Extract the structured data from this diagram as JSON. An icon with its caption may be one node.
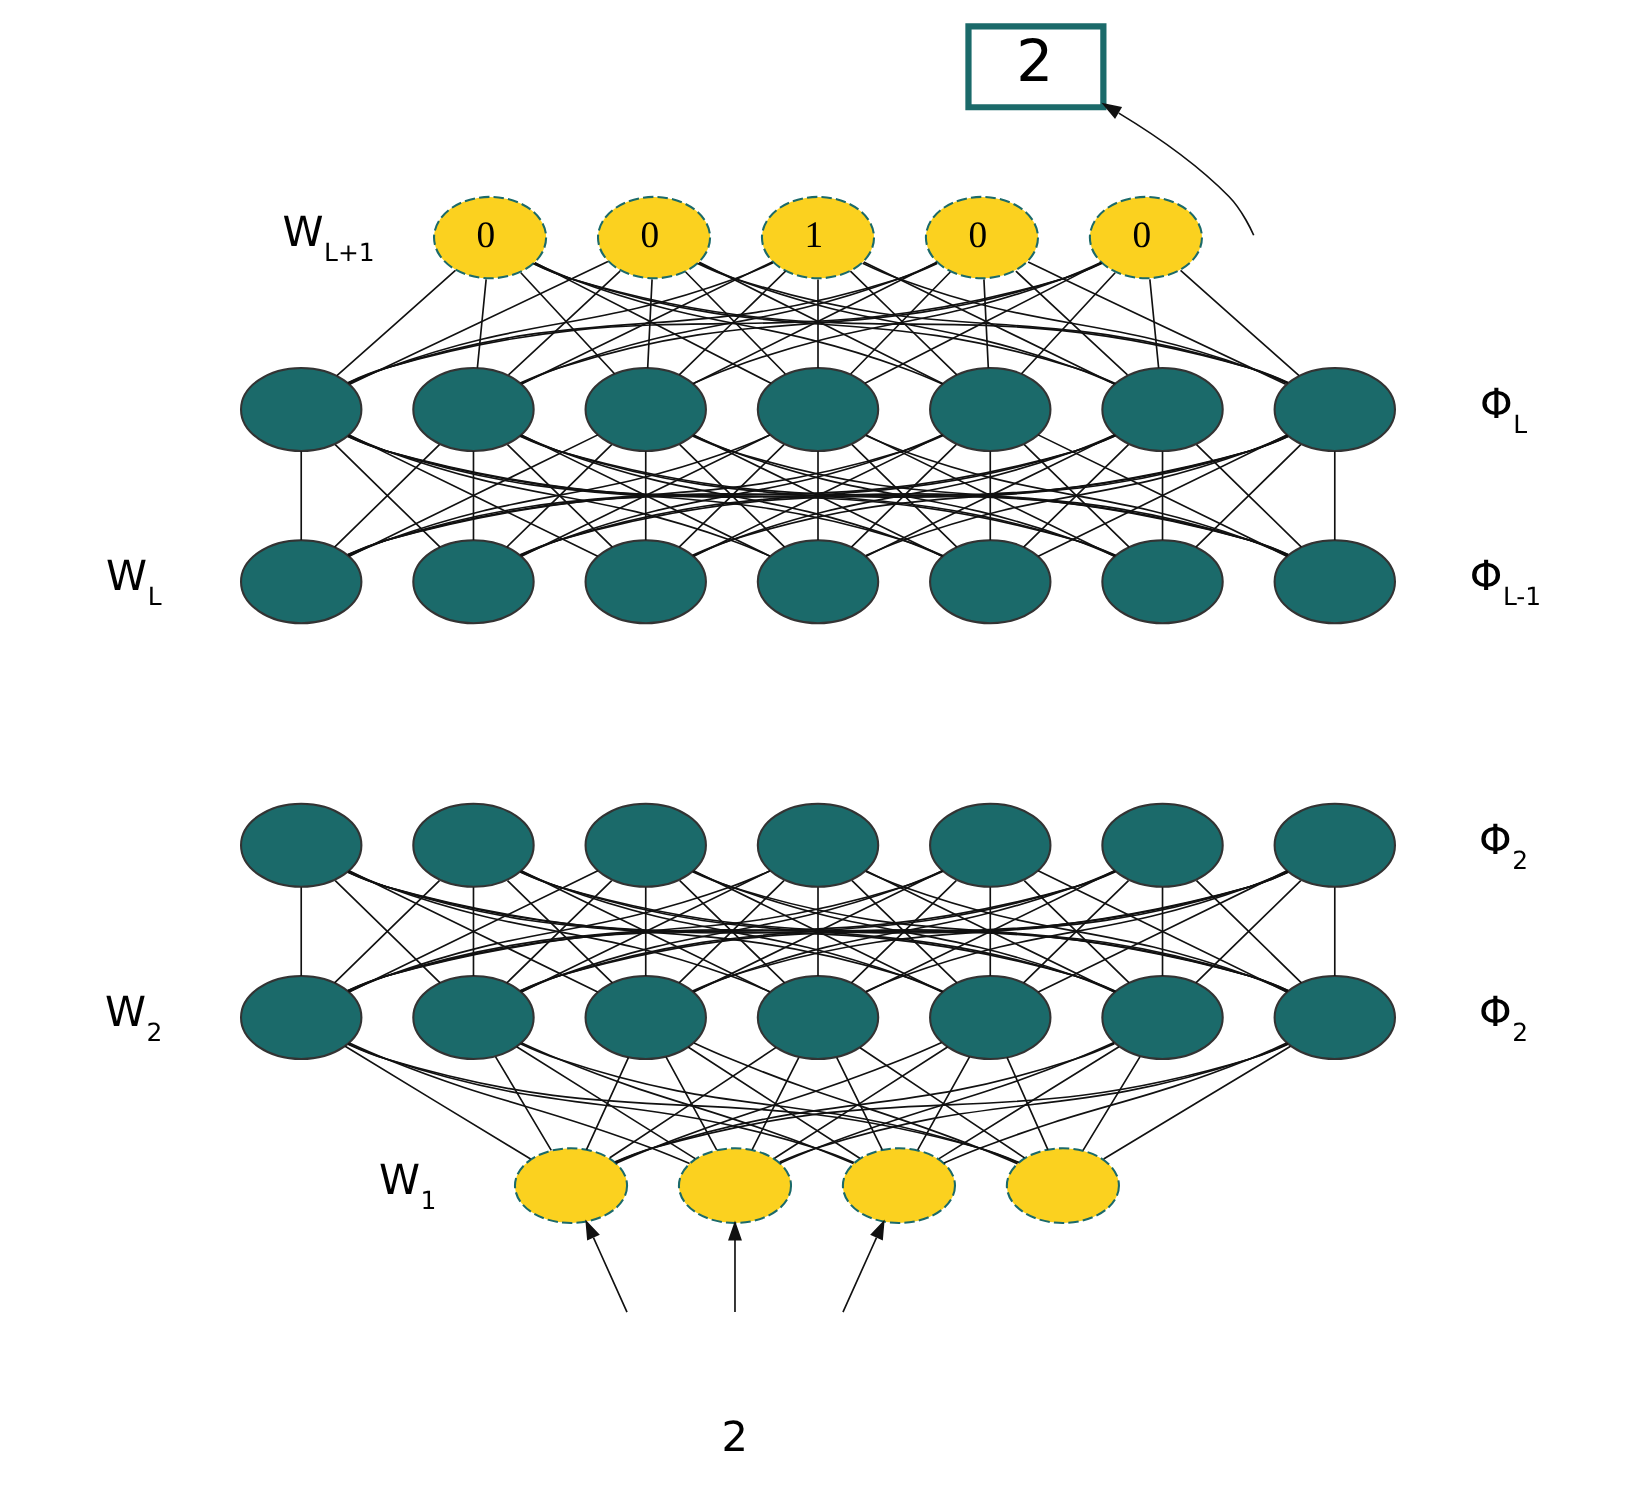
{
  "diagram": {
    "nodes": [
      {
        "text": [
          "2"
        ]
      },
      {
        "text": [
          "0"
        ]
      },
      {
        "text": [
          "0"
        ]
      },
      {
        "text": [
          "1"
        ]
      },
      {
        "text": [
          "0"
        ]
      },
      {
        "text": [
          "0"
        ]
      },
      {
        "text": [],
        "shape": "circle"
      },
      {
        "text": [],
        "shape": "circle"
      },
      {
        "text": [],
        "shape": "circle"
      },
      {
        "text": [],
        "shape": "circle"
      },
      {
        "text": [],
        "shape": "circle"
      },
      {
        "text": [],
        "shape": "circle"
      },
      {
        "text": [],
        "shape": "circle"
      },
      {
        "text": [],
        "shape": "circle"
      },
      {
        "text": [],
        "shape": "circle"
      },
      {
        "text": [],
        "shape": "circle"
      },
      {
        "text": [],
        "shape": "circle"
      },
      {
        "text": [],
        "shape": "circle"
      },
      {
        "text": [],
        "shape": "circle"
      },
      {
        "text": [],
        "shape": "circle"
      },
      {
        "text": [],
        "shape": "circle"
      },
      {
        "text": [],
        "shape": "circle"
      },
      {
        "text": [],
        "shape": "circle"
      },
      {
        "text": [],
        "shape": "circle"
      },
      {
        "text": [],
        "shape": "circle"
      },
      {
        "text": [],
        "shape": "circle"
      },
      {
        "text": [],
        "shape": "circle"
      },
      {
        "text": [],
        "shape": "circle"
      },
      {
        "text": [],
        "shape": "circle"
      },
      {
        "text": [],
        "shape": "circle"
      },
      {
        "text": [],
        "shape": "circle"
      },
      {
        "text": [],
        "shape": "circle"
      },
      {
        "text": [],
        "shape": "circle"
      },
      {
        "text": [],
        "shape": "circle"
      },
      {
        "text": [],
        "shape": "circle"
      },
      {
        "text": [],
        "shape": "circle"
      },
      {
        "text": [],
        "shape": "circle"
      },
      {
        "text": [],
        "shape": "circle"
      }
    ],
    "edges": [
      {
        "from": null,
        "to": 0,
        "arrow": "to"
      },
      {
        "from": 1,
        "to": 6,
        "arrow": "none"
      },
      {
        "from": 1,
        "to": 7,
        "arrow": "none"
      },
      {
        "from": 1,
        "to": 8,
        "arrow": "none"
      },
      {
        "from": 1,
        "to": 9,
        "arrow": "none"
      },
      {
        "from": 1,
        "to": 10,
        "arrow": "none"
      },
      {
        "from": 1,
        "to": 11,
        "arrow": "none"
      },
      {
        "from": 1,
        "to": 12,
        "arrow": "none"
      },
      {
        "from": 2,
        "to": 6,
        "arrow": "none"
      },
      {
        "from": 2,
        "to": 7,
        "arrow": "none"
      },
      {
        "from": 2,
        "to": 8,
        "arrow": "none"
      },
      {
        "from": 2,
        "to": 9,
        "arrow": "none"
      },
      {
        "from": 2,
        "to": 10,
        "arrow": "none"
      },
      {
        "from": 2,
        "to": 11,
        "arrow": "none"
      },
      {
        "from": 2,
        "to": 12,
        "arrow": "none"
      },
      {
        "from": 3,
        "to": 6,
        "arrow": "none"
      },
      {
        "from": 3,
        "to": 7,
        "arrow": "none"
      },
      {
        "from": 3,
        "to": 8,
        "arrow": "none"
      },
      {
        "from": 3,
        "to": 9,
        "arrow": "none"
      },
      {
        "from": 3,
        "to": 10,
        "arrow": "none"
      },
      {
        "from": 3,
        "to": 11,
        "arrow": "none"
      },
      {
        "from": 3,
        "to": 12,
        "arrow": "none"
      },
      {
        "from": 4,
        "to": 6,
        "arrow": "none"
      },
      {
        "from": 4,
        "to": 7,
        "arrow": "none"
      },
      {
        "from": 4,
        "to": 8,
        "arrow": "none"
      },
      {
        "from": 4,
        "to": 9,
        "arrow": "none"
      },
      {
        "from": 4,
        "to": 10,
        "arrow": "none"
      },
      {
        "from": 4,
        "to": 11,
        "arrow": "none"
      },
      {
        "from": 4,
        "to": 12,
        "arrow": "none"
      },
      {
        "from": 5,
        "to": 6,
        "arrow": "none"
      },
      {
        "from": 5,
        "to": 7,
        "arrow": "none"
      },
      {
        "from": 5,
        "to": 8,
        "arrow": "none"
      },
      {
        "from": 5,
        "to": 9,
        "arrow": "none"
      },
      {
        "from": 5,
        "to": 10,
        "arrow": "none"
      },
      {
        "from": 5,
        "to": 11,
        "arrow": "none"
      },
      {
        "from": 5,
        "to": 12,
        "arrow": "none"
      },
      {
        "from": 6,
        "to": 13,
        "arrow": "none"
      },
      {
        "from": 6,
        "to": 14,
        "arrow": "none"
      },
      {
        "from": 6,
        "to": 15,
        "arrow": "none"
      },
      {
        "from": 6,
        "to": 16,
        "arrow": "none"
      },
      {
        "from": 6,
        "to": 17,
        "arrow": "none"
      },
      {
        "from": 6,
        "to": 18,
        "arrow": "none"
      },
      {
        "from": 6,
        "to": 19,
        "arrow": "none"
      },
      {
        "from": 7,
        "to": 13,
        "arrow": "none"
      },
      {
        "from": 7,
        "to": 14,
        "arrow": "none"
      },
      {
        "from": 7,
        "to": 15,
        "arrow": "none"
      },
      {
        "from": 7,
        "to": 16,
        "arrow": "none"
      },
      {
        "from": 7,
        "to": 17,
        "arrow": "none"
      },
      {
        "from": 7,
        "to": 18,
        "arrow": "none"
      },
      {
        "from": 7,
        "to": 19,
        "arrow": "none"
      },
      {
        "from": 8,
        "to": 13,
        "arrow": "none"
      },
      {
        "from": 8,
        "to": 14,
        "arrow": "none"
      },
      {
        "from": 8,
        "to": 15,
        "arrow": "none"
      },
      {
        "from": 8,
        "to": 16,
        "arrow": "none"
      },
      {
        "from": 8,
        "to": 17,
        "arrow": "none"
      },
      {
        "from": 8,
        "to": 18,
        "arrow": "none"
      },
      {
        "from": 8,
        "to": 19,
        "arrow": "none"
      },
      {
        "from": 9,
        "to": 13,
        "arrow": "none"
      },
      {
        "from": 9,
        "to": 14,
        "arrow": "none"
      },
      {
        "from": 9,
        "to": 15,
        "arrow": "none"
      },
      {
        "from": 9,
        "to": 16,
        "arrow": "none"
      },
      {
        "from": 9,
        "to": 17,
        "arrow": "none"
      },
      {
        "from": 9,
        "to": 18,
        "arrow": "none"
      },
      {
        "from": 9,
        "to": 19,
        "arrow": "none"
      },
      {
        "from": 10,
        "to": 13,
        "arrow": "none"
      },
      {
        "from": 10,
        "to": 14,
        "arrow": "none"
      },
      {
        "from": 10,
        "to": 15,
        "arrow": "none"
      },
      {
        "from": 10,
        "to": 16,
        "arrow": "none"
      },
      {
        "from": 10,
        "to": 17,
        "arrow": "none"
      },
      {
        "from": 10,
        "to": 18,
        "arrow": "none"
      },
      {
        "from": 10,
        "to": 19,
        "arrow": "none"
      },
      {
        "from": 11,
        "to": 13,
        "arrow": "none"
      },
      {
        "from": 11,
        "to": 14,
        "arrow": "none"
      },
      {
        "from": 11,
        "to": 15,
        "arrow": "none"
      },
      {
        "from": 11,
        "to": 16,
        "arrow": "none"
      },
      {
        "from": 11,
        "to": 17,
        "arrow": "none"
      },
      {
        "from": 11,
        "to": 18,
        "arrow": "none"
      },
      {
        "from": 11,
        "to": 19,
        "arrow": "none"
      },
      {
        "from": 12,
        "to": 13,
        "arrow": "none"
      },
      {
        "from": 12,
        "to": 14,
        "arrow": "none"
      },
      {
        "from": 12,
        "to": 15,
        "arrow": "none"
      },
      {
        "from": 12,
        "to": 16,
        "arrow": "none"
      },
      {
        "from": 12,
        "to": 17,
        "arrow": "none"
      },
      {
        "from": 12,
        "to": 18,
        "arrow": "none"
      },
      {
        "from": 12,
        "to": 19,
        "arrow": "none"
      },
      {
        "from": 20,
        "to": 27,
        "arrow": "none"
      },
      {
        "from": 20,
        "to": 28,
        "arrow": "none"
      },
      {
        "from": 20,
        "to": 29,
        "arrow": "none"
      },
      {
        "from": 20,
        "to": 30,
        "arrow": "none"
      },
      {
        "from": 20,
        "to": 31,
        "arrow": "none"
      },
      {
        "from": 20,
        "to": 32,
        "arrow": "none"
      },
      {
        "from": 20,
        "to": 33,
        "arrow": "none"
      },
      {
        "from": 21,
        "to": 27,
        "arrow": "none"
      },
      {
        "from": 21,
        "to": 28,
        "arrow": "none"
      },
      {
        "from": 21,
        "to": 29,
        "arrow": "none"
      },
      {
        "from": 21,
        "to": 30,
        "arrow": "none"
      },
      {
        "from": 21,
        "to": 31,
        "arrow": "none"
      },
      {
        "from": 21,
        "to": 32,
        "arrow": "none"
      },
      {
        "from": 21,
        "to": 33,
        "arrow": "none"
      },
      {
        "from": 22,
        "to": 27,
        "arrow": "none"
      },
      {
        "from": 22,
        "to": 28,
        "arrow": "none"
      },
      {
        "from": 22,
        "to": 29,
        "arrow": "none"
      },
      {
        "from": 22,
        "to": 30,
        "arrow": "none"
      },
      {
        "from": 22,
        "to": 31,
        "arrow": "none"
      },
      {
        "from": 22,
        "to": 32,
        "arrow": "none"
      },
      {
        "from": 22,
        "to": 33,
        "arrow": "none"
      },
      {
        "from": 23,
        "to": 27,
        "arrow": "none"
      },
      {
        "from": 23,
        "to": 28,
        "arrow": "none"
      },
      {
        "from": 23,
        "to": 29,
        "arrow": "none"
      },
      {
        "from": 23,
        "to": 30,
        "arrow": "none"
      },
      {
        "from": 23,
        "to": 31,
        "arrow": "none"
      },
      {
        "from": 23,
        "to": 32,
        "arrow": "none"
      },
      {
        "from": 23,
        "to": 33,
        "arrow": "none"
      },
      {
        "from": 24,
        "to": 27,
        "arrow": "none"
      },
      {
        "from": 24,
        "to": 28,
        "arrow": "none"
      },
      {
        "from": 24,
        "to": 29,
        "arrow": "none"
      },
      {
        "from": 24,
        "to": 30,
        "arrow": "none"
      },
      {
        "from": 24,
        "to": 31,
        "arrow": "none"
      },
      {
        "from": 24,
        "to": 32,
        "arrow": "none"
      },
      {
        "from": 24,
        "to": 33,
        "arrow": "none"
      },
      {
        "from": 25,
        "to": 27,
        "arrow": "none"
      },
      {
        "from": 25,
        "to": 28,
        "arrow": "none"
      },
      {
        "from": 25,
        "to": 29,
        "arrow": "none"
      },
      {
        "from": 25,
        "to": 30,
        "arrow": "none"
      },
      {
        "from": 25,
        "to": 31,
        "arrow": "none"
      },
      {
        "from": 25,
        "to": 32,
        "arrow": "none"
      },
      {
        "from": 25,
        "to": 33,
        "arrow": "none"
      },
      {
        "from": 26,
        "to": 27,
        "arrow": "none"
      },
      {
        "from": 26,
        "to": 28,
        "arrow": "none"
      },
      {
        "from": 26,
        "to": 29,
        "arrow": "none"
      },
      {
        "from": 26,
        "to": 30,
        "arrow": "none"
      },
      {
        "from": 26,
        "to": 31,
        "arrow": "none"
      },
      {
        "from": 26,
        "to": 32,
        "arrow": "none"
      },
      {
        "from": 26,
        "to": 33,
        "arrow": "none"
      },
      {
        "from": 27,
        "to": 34,
        "arrow": "none"
      },
      {
        "from": 27,
        "to": 35,
        "arrow": "none"
      },
      {
        "from": 27,
        "to": 36,
        "arrow": "none"
      },
      {
        "from": 27,
        "to": 37,
        "arrow": "none"
      },
      {
        "from": 28,
        "to": 34,
        "arrow": "none"
      },
      {
        "from": 28,
        "to": 35,
        "arrow": "none"
      },
      {
        "from": 28,
        "to": 36,
        "arrow": "none"
      },
      {
        "from": 28,
        "to": 37,
        "arrow": "none"
      },
      {
        "from": 29,
        "to": 34,
        "arrow": "none"
      },
      {
        "from": 29,
        "to": 35,
        "arrow": "none"
      },
      {
        "from": 29,
        "to": 36,
        "arrow": "none"
      },
      {
        "from": 29,
        "to": 37,
        "arrow": "none"
      },
      {
        "from": 30,
        "to": 34,
        "arrow": "none"
      },
      {
        "from": 30,
        "to": 35,
        "arrow": "none"
      },
      {
        "from": 30,
        "to": 36,
        "arrow": "none"
      },
      {
        "from": 30,
        "to": 37,
        "arrow": "none"
      },
      {
        "from": 31,
        "to": 34,
        "arrow": "none"
      },
      {
        "from": 31,
        "to": 35,
        "arrow": "none"
      },
      {
        "from": 31,
        "to": 36,
        "arrow": "none"
      },
      {
        "from": 31,
        "to": 37,
        "arrow": "none"
      },
      {
        "from": 32,
        "to": 34,
        "arrow": "none"
      },
      {
        "from": 32,
        "to": 35,
        "arrow": "none"
      },
      {
        "from": 32,
        "to": 36,
        "arrow": "none"
      },
      {
        "from": 32,
        "to": 37,
        "arrow": "none"
      },
      {
        "from": 33,
        "to": 34,
        "arrow": "none"
      },
      {
        "from": 33,
        "to": 35,
        "arrow": "none"
      },
      {
        "from": 33,
        "to": 36,
        "arrow": "none"
      },
      {
        "from": 33,
        "to": 37,
        "arrow": "none"
      },
      {
        "from": null,
        "to": 34,
        "arrow": "to"
      },
      {
        "from": null,
        "to": 35,
        "arrow": "to"
      },
      {
        "from": null,
        "to": 36,
        "arrow": "to"
      }
    ],
    "labels": [
      "W$_{L+1}$",
      "Φ$_{L}$",
      "W$_{L}$",
      "Φ$_{L-1}$",
      "Φ$_{2}$",
      "W$_{2}$",
      "Φ$_{2}$",
      "W$_{1}$",
      "2"
    ]
  }
}
